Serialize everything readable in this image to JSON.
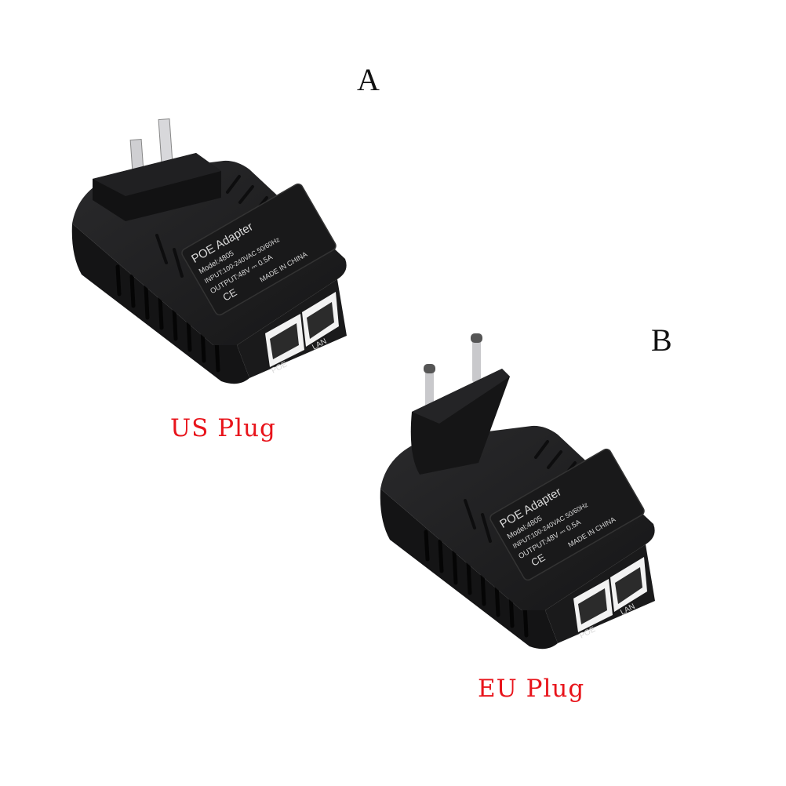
{
  "products": [
    {
      "letter": "A",
      "caption": "US Plug",
      "plug_type": "us"
    },
    {
      "letter": "B",
      "caption": "EU Plug",
      "plug_type": "eu"
    }
  ],
  "device_label": {
    "title": "POE Adapter",
    "model": "Model:4805",
    "input": "INPUT:100-240VAC 50/60Hz",
    "output": "OUTPUT:48V ⎓ 0.5A",
    "marks": "CE",
    "origin": "MADE IN CHINA",
    "port_lan": "LAN",
    "port_poe": "POE"
  },
  "colors": {
    "body": "#1d1d1f",
    "caption": "#e8141b"
  }
}
